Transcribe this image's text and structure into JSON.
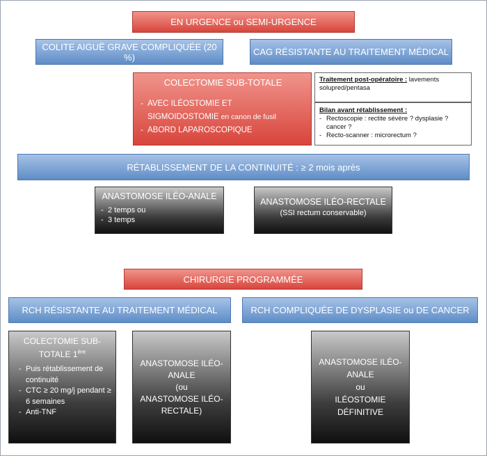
{
  "urgence": {
    "header": "EN URGENCE ou SEMI-URGENCE",
    "colite": "COLITE AIGUË GRAVE COMPLIQUÉE (20 %)",
    "cag": "CAG RÉSISTANTE AU TRAITEMENT MÉDICAL",
    "colectomie": {
      "title": "COLECTOMIE SUB-TOTALE",
      "item1_line1": "AVEC ILÉOSTOMIE ET",
      "item1_line2_main": "SIGMOIDOSTOMIE",
      "item1_line2_small": " en canon de fusil",
      "item2": "ABORD LAPAROSCOPIQUE"
    },
    "note_post_op": {
      "title": "Traitement post-opératoire :",
      "text": " lavements solupred/pentasa"
    },
    "note_bilan": {
      "title": "Bilan avant rétablissement :",
      "items": [
        "Rectoscopie : rectite sévère ? dysplasie ? cancer ?",
        "Recto-scanner : microrectum ?"
      ]
    },
    "retablissement": "RÉTABLISSEMENT DE LA CONTINUITÉ : ≥ 2 mois après",
    "anastomose_iao": {
      "title": "ANASTOMOSE ILÉO-ANALE",
      "items": [
        "2 temps ou",
        "3 temps"
      ]
    },
    "anastomose_iro": {
      "title": "ANASTOMOSE ILÉO-RECTALE",
      "subtitle": "(SSI rectum conservable)"
    }
  },
  "programmee": {
    "header": "CHIRURGIE PROGRAMMÉE",
    "rch_resistante": "RCH RÉSISTANTE AU TRAITEMENT MÉDICAL",
    "rch_compliquee": "RCH COMPLIQUÉE DE DYSPLASIE ou DE CANCER",
    "colectomie_st": {
      "title_line1": "COLECTOMIE SUB-",
      "title_line2": "TOTALE 1",
      "title_sup": "ère",
      "items": [
        "Puis rétablissement de continuité",
        "CTC ≥ 20 mg/j pendant ≥ 6 semaines",
        "Anti-TNF"
      ]
    },
    "anastomose_box": {
      "lines": [
        "ANASTOMOSE ILÉO-",
        "ANALE",
        "(ou",
        "ANASTOMOSE ILÉO-",
        "RECTALE)"
      ]
    },
    "anastomose_ou_ileostomie": {
      "lines": [
        "ANASTOMOSE ILÉO-",
        "ANALE",
        "ou",
        "ILÉOSTOMIE",
        "DÉFINITIVE"
      ]
    }
  },
  "colors": {
    "red": "#d8453c",
    "blue": "#5f8dc7",
    "dark": "#2a2a2a"
  }
}
